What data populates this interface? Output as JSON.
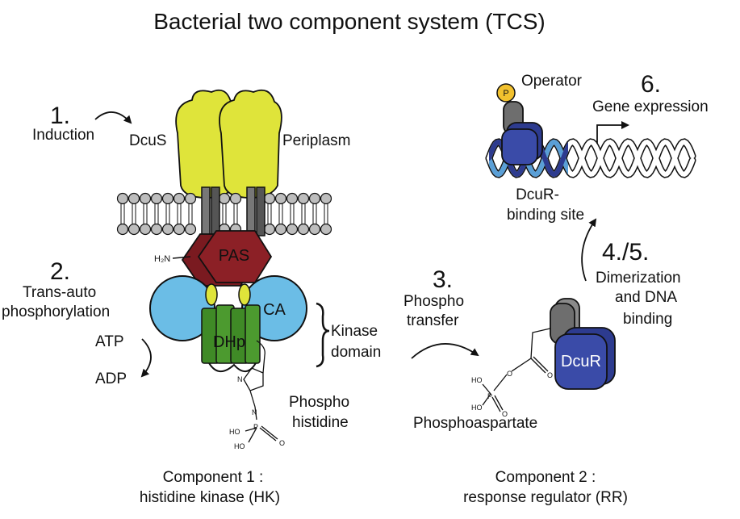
{
  "title": "Bacterial two component system (TCS)",
  "steps": {
    "s1": "1.",
    "s2": "2.",
    "s3": "3.",
    "s45": "4./5.",
    "s6": "6."
  },
  "labels": {
    "induction": "Induction",
    "dcus": "DcuS",
    "periplasm": "Periplasm",
    "pas": "PAS",
    "h2n": "H₂N",
    "trans_auto_1": "Trans-auto",
    "trans_auto_2": "phosphorylation",
    "atp": "ATP",
    "adp": "ADP",
    "ca": "CA",
    "dhp": "DHp",
    "kinase_1": "Kinase",
    "kinase_2": "domain",
    "phospho_hist_1": "Phospho",
    "phospho_hist_2": "histidine",
    "n": "N",
    "p": "P",
    "o": "O",
    "ho": "HO",
    "phospho_transfer_1": "Phospho",
    "phospho_transfer_2": "transfer",
    "operator": "Operator",
    "op_p": "P",
    "gene_expression": "Gene expression",
    "dcur_site_1": "DcuR-",
    "dcur_site_2": "binding site",
    "dimer_1": "Dimerization",
    "dimer_2": "and DNA",
    "dimer_3": "binding",
    "dcur": "DcuR",
    "phosphoaspartate": "Phosphoaspartate",
    "comp1_1": "Component 1 :",
    "comp1_2": "histidine kinase (HK)",
    "comp2_1": "Component 2 :",
    "comp2_2": "response regulator (RR)"
  },
  "colors": {
    "sensor_yellow": "#dfe43a",
    "pas_red": "#8c2026",
    "ca_blue": "#6bbde6",
    "dhp_green": "#4c9a2f",
    "dcur_blue": "#3a4ba8",
    "grey_domain": "#6e6e6e",
    "dna_blue": "#5a9fd6",
    "phospho_orange": "#f2c12e"
  }
}
